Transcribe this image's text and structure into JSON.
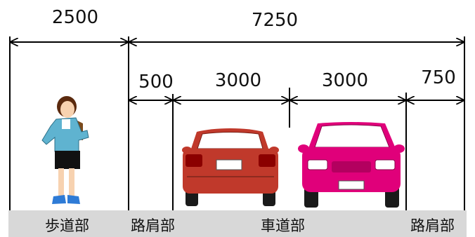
{
  "dimensions": {
    "sidewalk": "2500",
    "roadway_total": "7250",
    "left_shoulder": "500",
    "lane_1": "3000",
    "lane_2": "3000",
    "right_shoulder": "750"
  },
  "zones": {
    "sidewalk": "歩道部",
    "left_shoulder": "路肩部",
    "carriageway": "車道部",
    "right_shoulder": "路肩部"
  },
  "colors": {
    "ground": "#d8d8d8",
    "line": "#000000",
    "car_rear": "#c0392b",
    "car_front": "#e0007a",
    "jacket": "#5fb3d0",
    "pants": "#111111"
  },
  "icons": {
    "pedestrian": "pedestrian-icon",
    "car_rear": "car-rear-icon",
    "car_front": "car-front-icon"
  }
}
